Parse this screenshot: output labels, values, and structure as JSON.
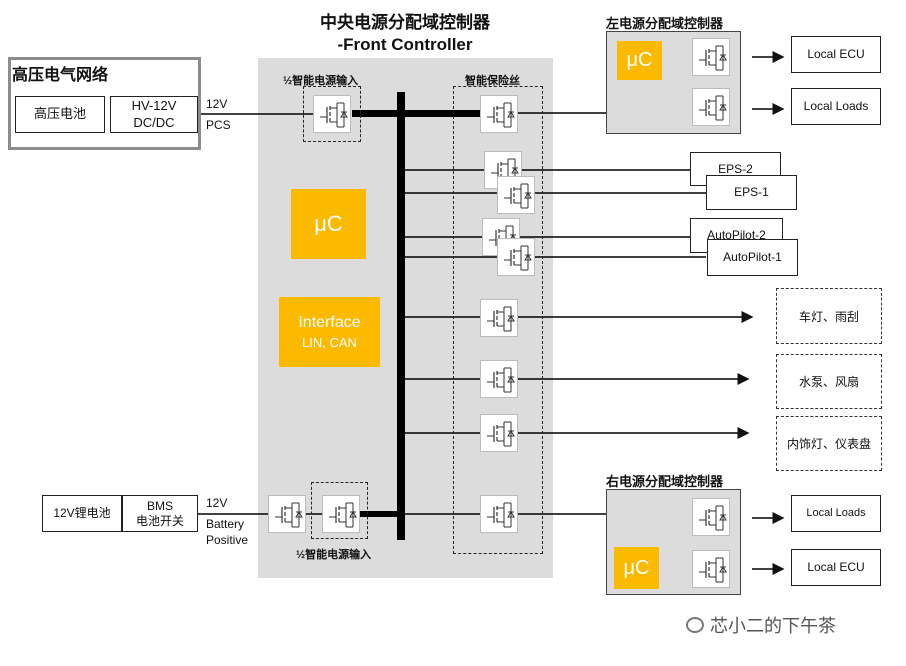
{
  "title": {
    "line1": "中央电源分配域控制器",
    "line2": "-Front Controller"
  },
  "hv_network": {
    "title": "高压电气网络",
    "battery": "高压电池",
    "dcdc_line1": "HV-12V",
    "dcdc_line2": "DC/DC"
  },
  "pcs_label": {
    "voltage": "12V",
    "name": "PCS"
  },
  "lv_source": {
    "battery": "12V锂电池",
    "bms_line1": "BMS",
    "bms_line2": "电池开关"
  },
  "battery_label": {
    "voltage": "12V",
    "line1": "Battery",
    "line2": "Positive"
  },
  "central": {
    "input_top": "½智能电源输入",
    "input_bottom": "½智能电源输入",
    "fuse_label": "智能保险丝",
    "uc": "μC",
    "interface_line1": "Interface",
    "interface_line2": "LIN, CAN"
  },
  "left_controller": {
    "title": "左电源分配域控制器",
    "uc": "μC",
    "outputs": [
      "Local ECU",
      "Local Loads"
    ]
  },
  "right_controller": {
    "title": "右电源分配域控制器",
    "uc": "μC",
    "outputs": [
      "Local Loads",
      "Local ECU"
    ]
  },
  "loads": {
    "eps2": "EPS-2",
    "eps1": "EPS-1",
    "ap2": "AutoPilot-2",
    "ap1": "AutoPilot-1"
  },
  "dashed_loads": [
    "车灯、雨刮",
    "水泵、风扇",
    "内饰灯、仪表盘"
  ],
  "watermark": "芯小二的下午茶",
  "colors": {
    "accent": "#fbb900",
    "panel": "#dcdcdc",
    "hv_border": "#8c8c8c"
  }
}
